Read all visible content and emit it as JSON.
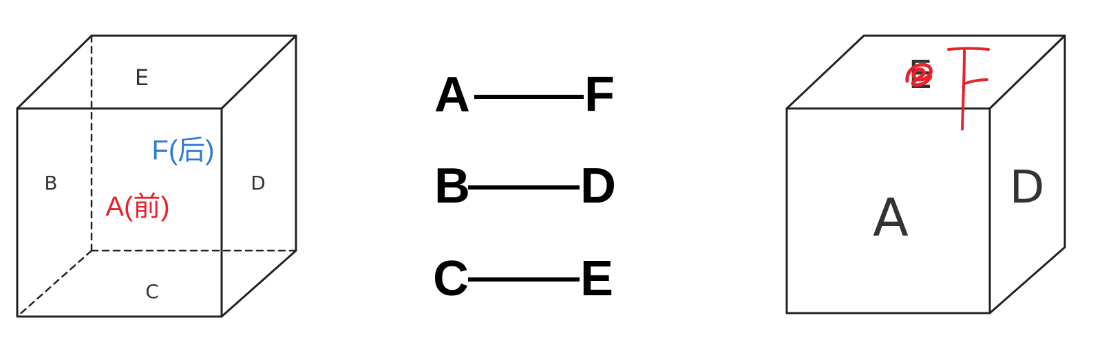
{
  "left_cube": {
    "face_labels": {
      "top": "E",
      "left": "B",
      "right": "D",
      "bottom": "C",
      "front": "A(前)",
      "back": "F(后)"
    },
    "colors": {
      "front_label": "#e8222a",
      "back_label": "#2e7bd2",
      "edges": "#222222"
    }
  },
  "pairs": [
    {
      "left": "A",
      "right": "F"
    },
    {
      "left": "B",
      "right": "D"
    },
    {
      "left": "C",
      "right": "E"
    }
  ],
  "right_cube": {
    "face_labels": {
      "front": "A",
      "right": "D",
      "top": "E"
    },
    "annotation": {
      "handwritten_letter": "F",
      "color": "#e8222a"
    }
  }
}
